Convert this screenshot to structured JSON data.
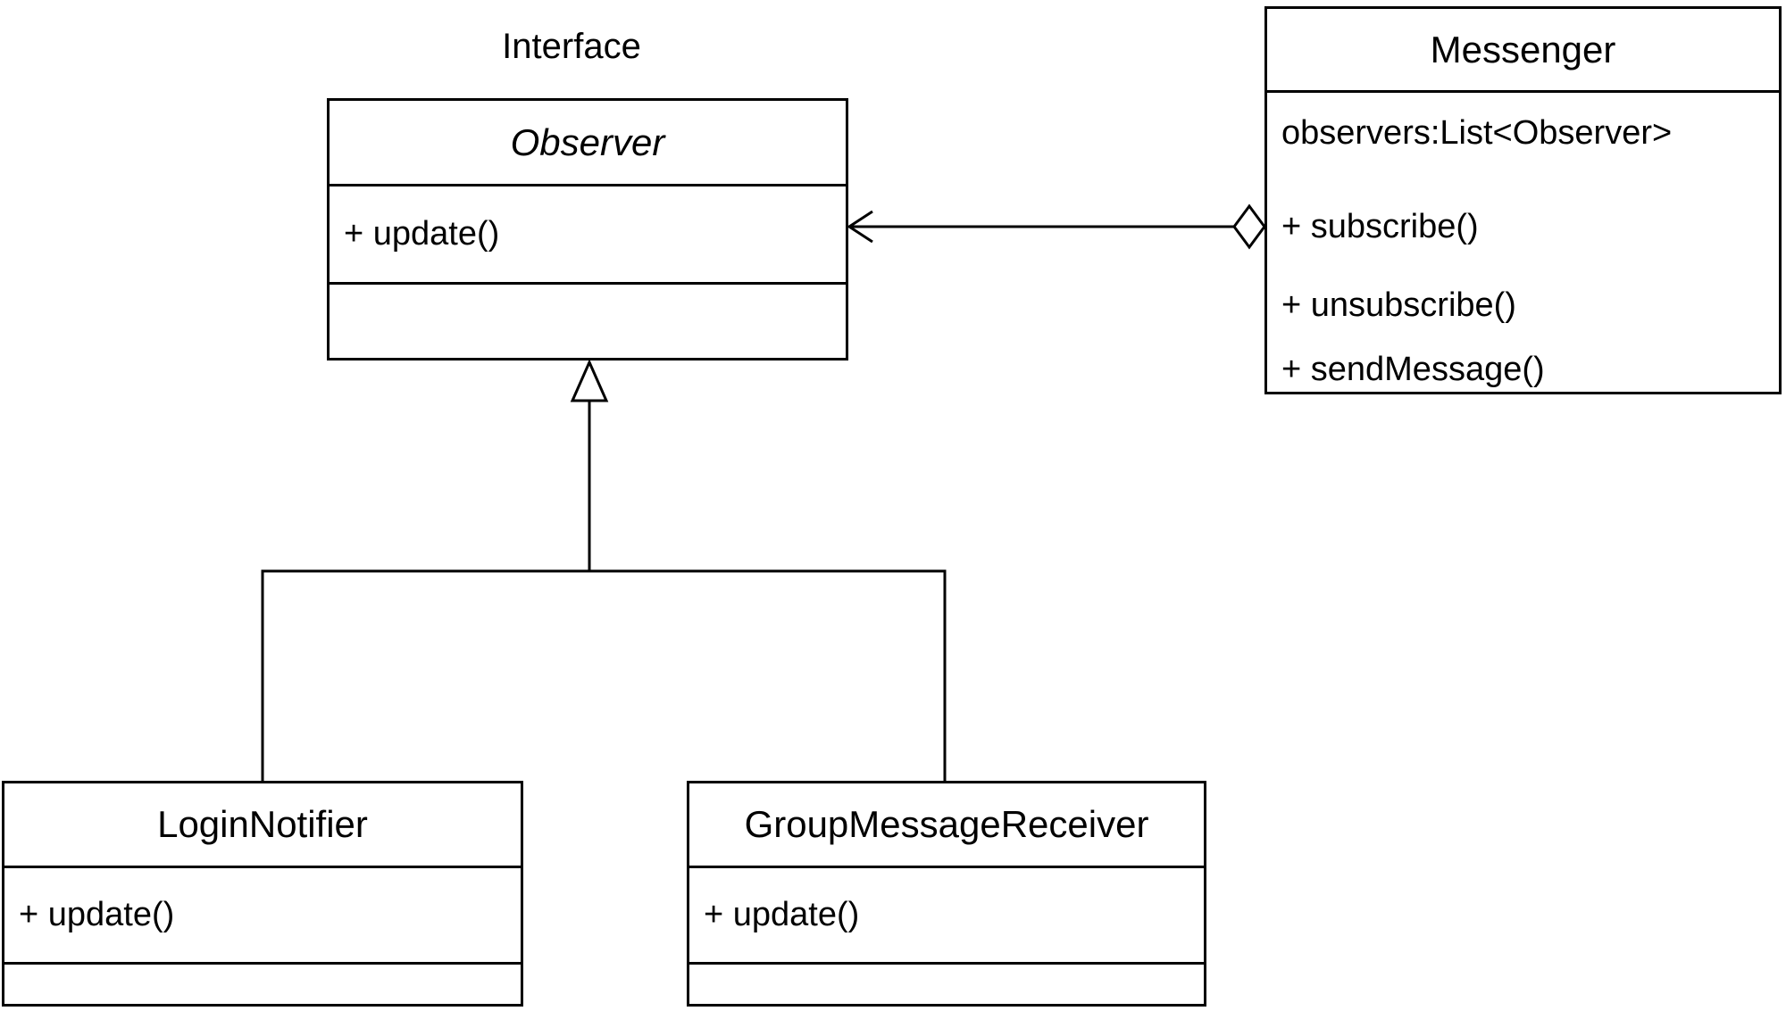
{
  "diagram": {
    "background_color": "#ffffff",
    "stroke_color": "#000000",
    "annotation": {
      "label": "Interface"
    },
    "classes": [
      {
        "name": "Observer",
        "stereotype_note": "interface",
        "title": "Observer",
        "attributes": [],
        "methods": [
          "+ update()"
        ]
      },
      {
        "name": "Messenger",
        "title": "Messenger",
        "attributes": [
          "observers:List<Observer>"
        ],
        "methods": [
          "+ subscribe()",
          "+ unsubscribe()",
          "+ sendMessage()"
        ]
      },
      {
        "name": "LoginNotifier",
        "title": "LoginNotifier",
        "attributes": [],
        "methods": [
          "+ update()"
        ]
      },
      {
        "name": "GroupMessageReceiver",
        "title": "GroupMessageReceiver",
        "attributes": [],
        "methods": [
          "+ update()"
        ]
      }
    ],
    "relationships": [
      {
        "type": "aggregation",
        "from": "Messenger",
        "to": "Observer",
        "diamond_end": "Messenger",
        "arrow_end": "Observer"
      },
      {
        "type": "generalization",
        "from": "LoginNotifier",
        "to": "Observer"
      },
      {
        "type": "generalization",
        "from": "GroupMessageReceiver",
        "to": "Observer"
      }
    ]
  }
}
